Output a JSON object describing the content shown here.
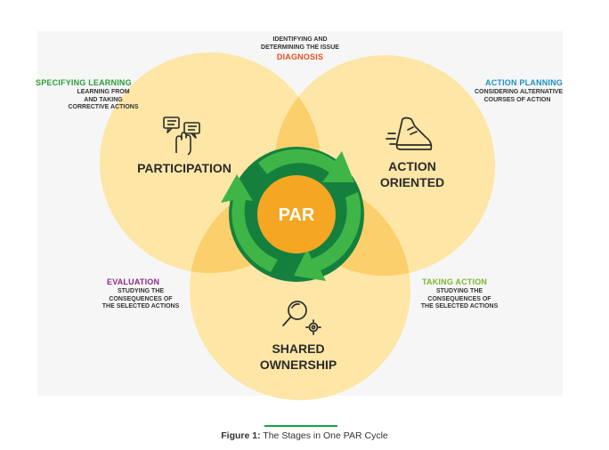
{
  "colors": {
    "circle_fill": "#fde6a6",
    "overlap_fill": "#fbcf6b",
    "green_dark": "#15803d",
    "green_light": "#3fb548",
    "core_orange": "#f5a623",
    "diagnosis": "#e8501f",
    "specifying": "#2d9d3a",
    "action_planning": "#1e8fc9",
    "evaluation": "#8e2a8f",
    "taking_action": "#7ab82f",
    "text_dark": "#2b2b2b"
  },
  "center": {
    "label": "PAR"
  },
  "circles": {
    "left": {
      "label": "PARTICIPATION",
      "icon": "chat-hand-icon"
    },
    "right": {
      "label_line1": "ACTION",
      "label_line2": "ORIENTED",
      "icon": "running-shoe-icon"
    },
    "bottom": {
      "label_line1": "SHARED",
      "label_line2": "OWNERSHIP",
      "icon": "search-gear-icon"
    }
  },
  "stages": {
    "diagnosis": {
      "desc1": "IDENTIFYING AND",
      "desc2": "DETERMINING THE ISSUE",
      "title": "DIAGNOSIS"
    },
    "specifying": {
      "title": "SPECIFYING LEARNING",
      "desc1": "LEARNING FROM",
      "desc2": "AND TAKING",
      "desc3": "CORRECTIVE ACTIONS"
    },
    "action_planning": {
      "title": "ACTION PLANNING",
      "desc1": "CONSIDERING ALTERNATIVE",
      "desc2": "COURSES OF ACTION"
    },
    "evaluation": {
      "title": "EVALUATION",
      "desc1": "STUDYING THE",
      "desc2": "CONSEQUENCES OF",
      "desc3": "THE SELECTED ACTIONS"
    },
    "taking_action": {
      "title": "TAKING ACTION",
      "desc1": "STUDYING THE",
      "desc2": "CONSEQUENCES OF",
      "desc3": "THE SELECTED ACTIONS"
    }
  },
  "caption": {
    "prefix": "Figure 1:",
    "text": " The Stages in One PAR Cycle"
  }
}
